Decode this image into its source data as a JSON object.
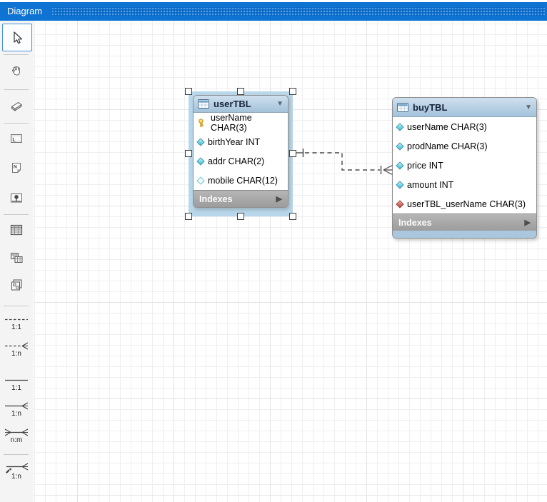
{
  "tab": {
    "title": "Diagram"
  },
  "toolbar": {
    "tools": [
      {
        "id": "select",
        "selected": true
      },
      {
        "id": "pan",
        "selected": false
      },
      {
        "id": "eraser",
        "selected": false
      },
      {
        "id": "layer",
        "selected": false
      },
      {
        "id": "note",
        "selected": false
      },
      {
        "id": "image",
        "selected": false
      },
      {
        "id": "table",
        "selected": false
      },
      {
        "id": "view",
        "selected": false
      },
      {
        "id": "routine-group",
        "selected": false
      }
    ],
    "relationship_tools": [
      {
        "label": "1:1",
        "line": "dashed",
        "name": "one-to-one-non-identifying"
      },
      {
        "label": "1:n",
        "line": "dashed",
        "name": "one-to-many-non-identifying"
      },
      {
        "label": "1:1",
        "line": "solid",
        "name": "one-to-one-identifying"
      },
      {
        "label": "1:n",
        "line": "solid",
        "name": "one-to-many-identifying"
      },
      {
        "label": "n:m",
        "line": "solid",
        "name": "many-to-many-identifying"
      },
      {
        "label": "1:n",
        "line": "solid",
        "name": "one-to-many-existing-columns"
      }
    ]
  },
  "icons": {
    "collapse": "▼",
    "submenu": "▶",
    "layer_glyph": "L",
    "note_glyph": "N"
  },
  "diagram": {
    "tables": [
      {
        "name": "userTBL",
        "selected": true,
        "footer_label": "Indexes",
        "columns": [
          {
            "label": "userName CHAR(3)",
            "icon": "primary-key"
          },
          {
            "label": "birthYear INT",
            "icon": "not-null"
          },
          {
            "label": "addr CHAR(2)",
            "icon": "not-null"
          },
          {
            "label": "mobile CHAR(12)",
            "icon": "nullable"
          }
        ]
      },
      {
        "name": "buyTBL",
        "selected": false,
        "footer_label": "Indexes",
        "columns": [
          {
            "label": "userName CHAR(3)",
            "icon": "not-null"
          },
          {
            "label": "prodName CHAR(3)",
            "icon": "not-null"
          },
          {
            "label": "price INT",
            "icon": "not-null"
          },
          {
            "label": "amount INT",
            "icon": "not-null"
          },
          {
            "label": "userTBL_userName CHAR(3)",
            "icon": "foreign-key"
          }
        ]
      }
    ],
    "relationship": {
      "from_table": "userTBL",
      "to_table": "buyTBL",
      "cardinality": "1:n",
      "line_style": "dashed"
    }
  },
  "colors": {
    "tab_blue": "#0e73d2",
    "table_header_blue": "#b9d3e6",
    "selection_halo": "#b8d7ea",
    "indexes_gray": "#a5a5a5",
    "primary_key_gold": "#ffd84d",
    "column_cyan": "#6fcfe2",
    "foreign_key_red": "#c0564f"
  }
}
